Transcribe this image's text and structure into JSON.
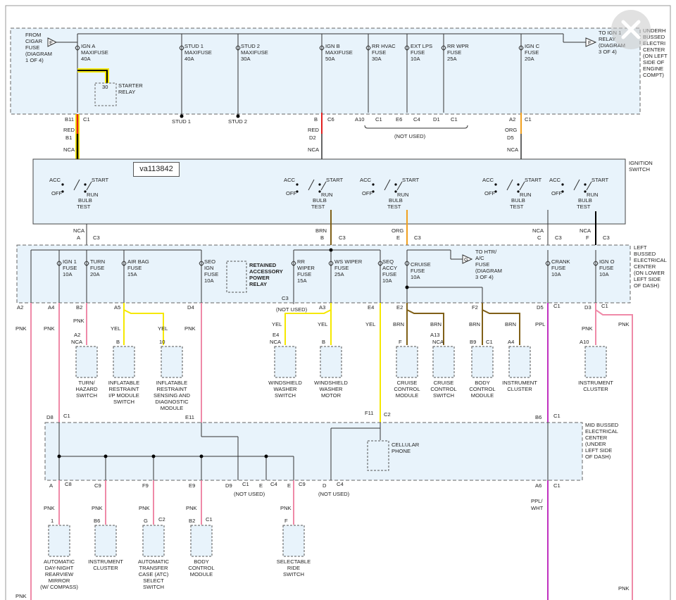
{
  "diagram_id": "va113842",
  "colors": {
    "panel_fill": "#e8f3fb",
    "red": "#e02020",
    "yellow": "#f5e800",
    "pink": "#ef8aa8",
    "orange": "#f0a020",
    "brown": "#806018",
    "purple": "#c030c0",
    "black": "#000000"
  },
  "underhood": {
    "from_label": [
      "FROM",
      "CIGAR",
      "FUSE",
      "(DIAGRAM",
      "1 OF 4)"
    ],
    "to_label": [
      "TO IGN 1",
      "RELAY",
      "(DIAGRAM",
      "3 OF 4)"
    ],
    "side_label": [
      "UNDERH",
      "BUSSED",
      "ELECTRI",
      "CENTER",
      "(ON LEFT",
      "SIDE OF",
      "ENGINE",
      "COMPT)"
    ],
    "conn_e": "E",
    "conn_f": "F",
    "fuses": [
      {
        "lines": [
          "IGN A",
          "MAXIFUSE",
          "40A"
        ]
      },
      {
        "lines": [
          "STUD 1",
          "MAXIFUSE",
          "40A"
        ]
      },
      {
        "lines": [
          "STUD 2",
          "MAXIFUSE",
          "30A"
        ]
      },
      {
        "lines": [
          "IGN B",
          "MAXIFUSE",
          "50A"
        ]
      },
      {
        "lines": [
          "RR HVAC",
          "FUSE",
          "30A"
        ]
      },
      {
        "lines": [
          "EXT LPS",
          "FUSE",
          "10A"
        ]
      },
      {
        "lines": [
          "RR WPR",
          "FUSE",
          "25A"
        ]
      },
      {
        "lines": [
          "IGN C",
          "FUSE",
          "20A"
        ]
      }
    ],
    "starter_relay": [
      "30",
      "STARTER",
      "RELAY"
    ],
    "bottom_pins": [
      "B11",
      "C1",
      "STUD 1",
      "STUD 2",
      "B",
      "C6",
      "A10",
      "C1",
      "E6",
      "C4",
      "D1",
      "C1",
      "A2",
      "C1"
    ],
    "not_used": "(NOT USED)"
  },
  "wires_top": {
    "left": [
      "RED",
      "B1",
      "NCA"
    ],
    "mid": [
      "RED",
      "D2",
      "NCA"
    ],
    "right": [
      "ORG",
      "D5",
      "NCA"
    ]
  },
  "ignition": {
    "label": [
      "IGNITION",
      "SWITCH"
    ],
    "sw": [
      "ACC",
      "START",
      "OFF",
      "RUN",
      "BULB",
      "TEST"
    ]
  },
  "ign_pins": [
    {
      "wire": "NCA",
      "pin": "A",
      "conn": "C3"
    },
    {
      "wire": "BRN",
      "pin": "B",
      "conn": "C3"
    },
    {
      "wire": "ORG",
      "pin": "E",
      "conn": "C3"
    },
    {
      "wire": "NCA",
      "pin": "C",
      "conn": "C3"
    },
    {
      "wire": "NCA",
      "pin": "F",
      "conn": "C3"
    }
  ],
  "lbec": {
    "side_label": [
      "LEFT",
      "BUSSED",
      "ELECTRICAL",
      "CENTER",
      "(ON LOWER",
      "LEFT SIDE",
      "OF DASH)"
    ],
    "fuses": [
      {
        "lines": [
          "IGN 1",
          "FUSE",
          "10A"
        ]
      },
      {
        "lines": [
          "TURN",
          "FUSE",
          "20A"
        ]
      },
      {
        "lines": [
          "AIR BAG",
          "FUSE",
          "15A"
        ]
      },
      {
        "lines": [
          "SEO",
          "IGN",
          "FUSE",
          "10A"
        ]
      },
      {
        "lines": [
          "RR",
          "WIPER",
          "FUSE",
          "15A"
        ]
      },
      {
        "lines": [
          "WS WIPER",
          "FUSE",
          "25A"
        ]
      },
      {
        "lines": [
          "SEQ",
          "ACCY",
          "FUSE",
          "10A"
        ]
      },
      {
        "lines": [
          "CRUISE",
          "FUSE",
          "10A"
        ]
      },
      {
        "lines": [
          "CRANK",
          "FUSE",
          "10A"
        ]
      },
      {
        "lines": [
          "IGN O",
          "FUSE",
          "10A"
        ]
      }
    ],
    "retained": [
      "RETAINED",
      "ACCESSORY",
      "POWER",
      "RELAY"
    ],
    "to_htr": [
      "TO HTR/",
      "A/C",
      "FUSE",
      "(DIAGRAM",
      "3 OF 4)"
    ],
    "conn_g": "G",
    "bottom_pins": [
      "A2",
      "A4",
      "B2",
      "A5",
      "D4",
      "C3",
      "(NOT USED)",
      "A3",
      "E4",
      "E2",
      "F2",
      "D5",
      "C1",
      "D3",
      "C1"
    ]
  },
  "mid_wires": [
    "PNK",
    "PNK",
    "PNK",
    "YEL",
    "YEL",
    "PNK",
    "YEL",
    "YEL",
    "YEL",
    "BRN",
    "BRN",
    "BRN",
    "BRN",
    "PPL",
    "PNK",
    "PNK"
  ],
  "mid_pins": [
    "A2",
    "NCA",
    "B",
    "10",
    "E4",
    "NCA",
    "B",
    "F",
    "A13",
    "NCA",
    "B9",
    "C1",
    "A4",
    "A10"
  ],
  "components_mid": [
    {
      "lines": [
        "TURN/",
        "HAZARD",
        "SWITCH"
      ]
    },
    {
      "lines": [
        "INFLATABLE",
        "RESTRAINT",
        "I/P MODULE",
        "SWITCH"
      ]
    },
    {
      "lines": [
        "INFLATABLE",
        "RESTRAINT",
        "SENSING AND",
        "DIAGNOSTIC",
        "MODULE"
      ]
    },
    {
      "lines": [
        "WINDSHIELD",
        "WASHER",
        "SWITCH"
      ]
    },
    {
      "lines": [
        "WINDSHIELD",
        "WASHER",
        "MOTOR"
      ]
    },
    {
      "lines": [
        "CRUISE",
        "CONTROL",
        "MODULE"
      ]
    },
    {
      "lines": [
        "CRUISE",
        "CONTROL",
        "SWITCH"
      ]
    },
    {
      "lines": [
        "BODY",
        "CONTROL",
        "MODULE"
      ]
    },
    {
      "lines": [
        "INSTRUMENT",
        "CLUSTER"
      ]
    },
    {
      "lines": [
        "INSTRUMENT",
        "CLUSTER"
      ]
    }
  ],
  "mbec": {
    "side_label": [
      "MID BUSSED",
      "ELECTRICAL",
      "CENTER",
      "(UNDER",
      "LEFT SIDE",
      "OF DASH)"
    ],
    "top_pins": [
      "D8",
      "C1",
      "E11",
      "F11",
      "C2",
      "B6",
      "C1"
    ],
    "cellular": [
      "CELLULAR",
      "PHONE"
    ],
    "bottom_pins": [
      "A",
      "C8",
      "C9",
      "F9",
      "E9",
      "D9",
      "C1",
      "E",
      "C4",
      "E",
      "C9",
      "D",
      "C4",
      "A6",
      "C1"
    ],
    "not_used": "(NOT USED)"
  },
  "bottom_wires": [
    "PNK",
    "PNK",
    "PNK",
    "PNK",
    "PNK",
    "PPL/",
    "WHT",
    "PNK",
    "PNK"
  ],
  "bottom_pins": [
    "1",
    "B6",
    "G",
    "C2",
    "B2",
    "C1",
    "F"
  ],
  "components_bottom": [
    {
      "lines": [
        "AUTOMATIC",
        "DAY-NIGHT",
        "REARVIEW",
        "MIRROR",
        "(W/ COMPASS)"
      ]
    },
    {
      "lines": [
        "INSTRUMENT",
        "CLUSTER"
      ]
    },
    {
      "lines": [
        "AUTOMATIC",
        "TRANSFER",
        "CASE (ATC)",
        "SELECT",
        "SWITCH"
      ]
    },
    {
      "lines": [
        "BODY",
        "CONTROL",
        "MODULE"
      ]
    },
    {
      "lines": [
        "SELECTABLE",
        "RIDE",
        "SWITCH"
      ]
    }
  ],
  "close_icon": "close-icon"
}
